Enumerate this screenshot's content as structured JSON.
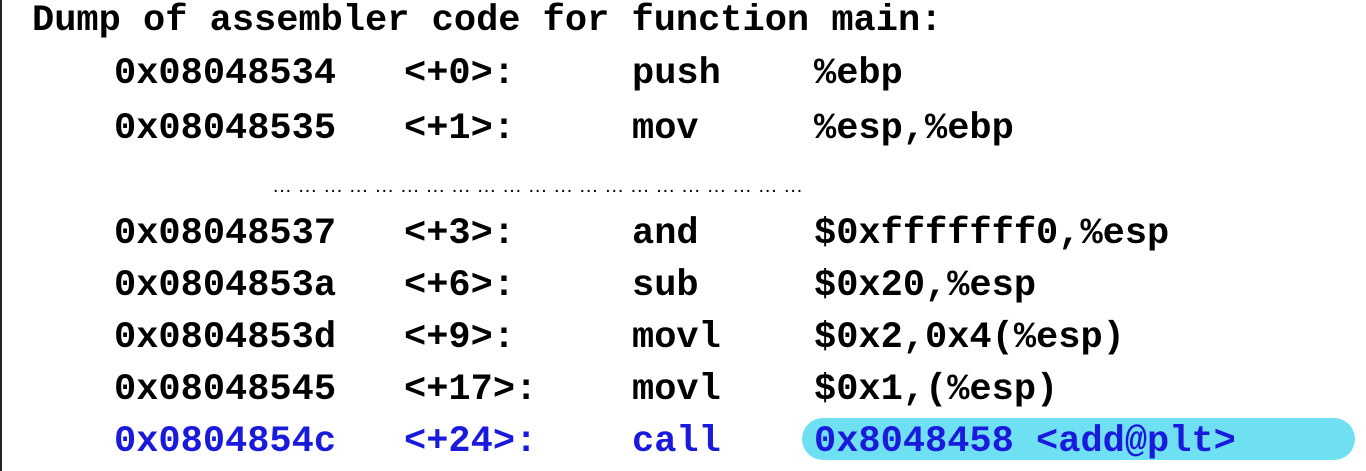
{
  "header": {
    "title": "Dump of assembler code for function main:"
  },
  "ellipsis": "… … … … … … … … … … … … … … … … … … … … …",
  "rows": [
    {
      "address": "0x08048534",
      "offset": "<+0>:",
      "mnemonic": "push",
      "operands": "%ebp"
    },
    {
      "address": "0x08048535",
      "offset": "<+1>:",
      "mnemonic": "mov",
      "operands": "%esp,%ebp"
    },
    {
      "address": "0x08048537",
      "offset": "<+3>:",
      "mnemonic": "and",
      "operands": "$0xfffffff0,%esp"
    },
    {
      "address": "0x0804853a",
      "offset": "<+6>:",
      "mnemonic": "sub",
      "operands": "$0x20,%esp"
    },
    {
      "address": "0x0804853d",
      "offset": "<+9>:",
      "mnemonic": "movl",
      "operands": "$0x2,0x4(%esp)"
    },
    {
      "address": "0x08048545",
      "offset": "<+17>:",
      "mnemonic": "movl",
      "operands": "$0x1,(%esp)"
    },
    {
      "address": "0x0804854c",
      "offset": "<+24>:",
      "mnemonic": "call",
      "operands": "0x8048458 <add@plt>"
    }
  ],
  "colors": {
    "current_line_text": "#1a1adc",
    "highlight": "#6ee0f2",
    "normal_text": "#000000"
  }
}
